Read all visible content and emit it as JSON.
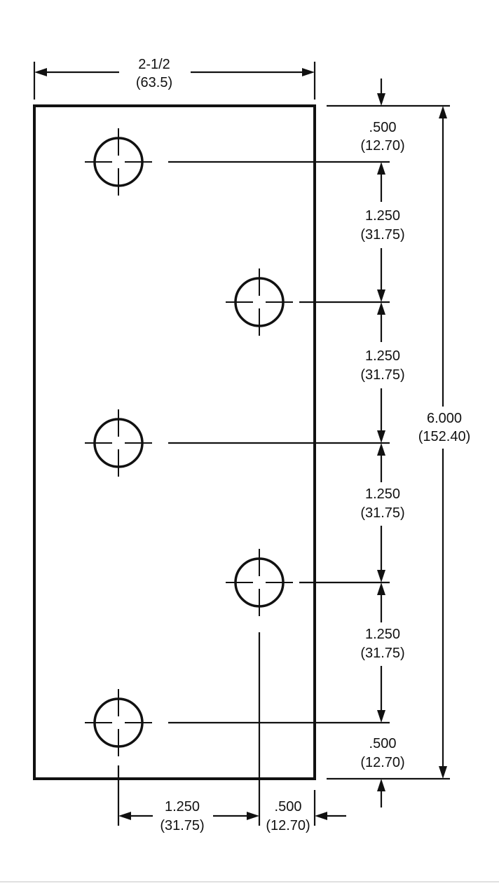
{
  "dimensions": {
    "overall_width": {
      "value": "2-1/2",
      "metric": "(63.5)"
    },
    "overall_height": {
      "value": "6.000",
      "metric": "(152.40)"
    },
    "top_edge_offset": {
      "value": ".500",
      "metric": "(12.70)"
    },
    "hole_spacing_1": {
      "value": "1.250",
      "metric": "(31.75)"
    },
    "hole_spacing_2": {
      "value": "1.250",
      "metric": "(31.75)"
    },
    "hole_spacing_3": {
      "value": "1.250",
      "metric": "(31.75)"
    },
    "hole_spacing_4": {
      "value": "1.250",
      "metric": "(31.75)"
    },
    "bottom_edge_offset": {
      "value": ".500",
      "metric": "(12.70)"
    },
    "horizontal_hole_spacing": {
      "value": "1.250",
      "metric": "(31.75)"
    },
    "right_edge_offset": {
      "value": ".500",
      "metric": "(12.70)"
    }
  },
  "holes": [
    {
      "column": "left",
      "row": 1
    },
    {
      "column": "right",
      "row": 2
    },
    {
      "column": "left",
      "row": 3
    },
    {
      "column": "right",
      "row": 4
    },
    {
      "column": "left",
      "row": 5
    }
  ]
}
